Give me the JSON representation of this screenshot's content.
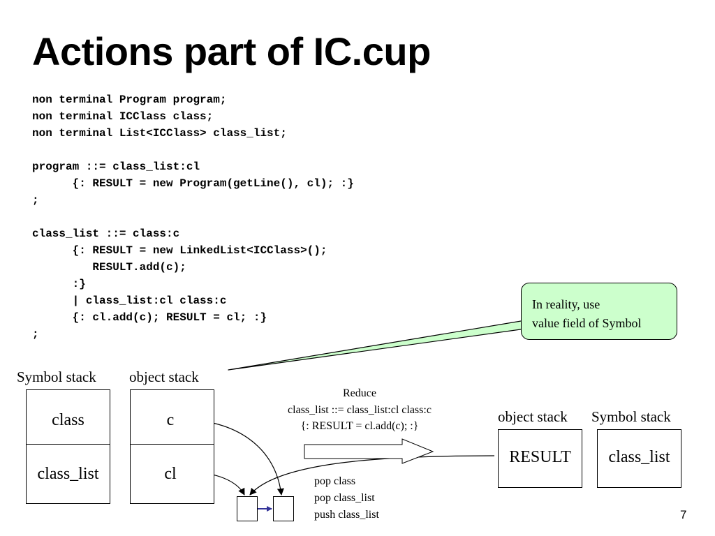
{
  "slide": {
    "title": "Actions part of IC.cup",
    "page_number": "7"
  },
  "code_lines": [
    "non terminal Program program;",
    "non terminal ICClass class;",
    "non terminal List<ICClass> class_list;",
    "",
    "program ::= class_list:cl",
    "      {: RESULT = new Program(getLine(), cl); :}",
    ";",
    "",
    "class_list ::= class:c",
    "      {: RESULT = new LinkedList<ICClass>();",
    "         RESULT.add(c);",
    "      :}",
    "      | class_list:cl class:c",
    "      {: cl.add(c); RESULT = cl; :}",
    ";"
  ],
  "callout": {
    "line1": "In reality, use",
    "line2": "value field of Symbol",
    "fill_color": "#ccffcc"
  },
  "before": {
    "symbol_stack_label": "Symbol stack",
    "object_stack_label": "object stack",
    "symbol_cells": [
      "class",
      "class_list"
    ],
    "object_cells": [
      "c",
      "cl"
    ]
  },
  "reduce": {
    "word": "Reduce",
    "rule": "class_list ::= class_list:cl class:c",
    "action": "{: RESULT = cl.add(c); :}"
  },
  "after": {
    "object_stack_label": "object stack",
    "symbol_stack_label": "Symbol stack",
    "object_cell": "RESULT",
    "symbol_cell": "class_list"
  },
  "ops": [
    "pop class",
    "pop class_list",
    "push class_list"
  ],
  "colors": {
    "small_arrow": "#333399"
  }
}
